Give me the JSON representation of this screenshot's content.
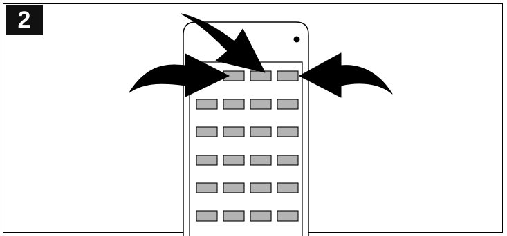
{
  "step": {
    "number": "2"
  },
  "remote": {
    "button_rows": 6,
    "button_columns": 4,
    "first_row_columns": [
      1,
      2,
      3
    ],
    "indicator": "led-dot"
  },
  "arrows": [
    {
      "name": "left-arrow-icon",
      "direction": "right"
    },
    {
      "name": "top-arrow-icon",
      "direction": "down"
    },
    {
      "name": "right-arrow-icon",
      "direction": "left"
    }
  ],
  "colors": {
    "outline": "#000000",
    "button_fill": "#b3b3b3",
    "badge_bg": "#111111",
    "badge_text": "#ffffff",
    "background": "#ffffff"
  }
}
